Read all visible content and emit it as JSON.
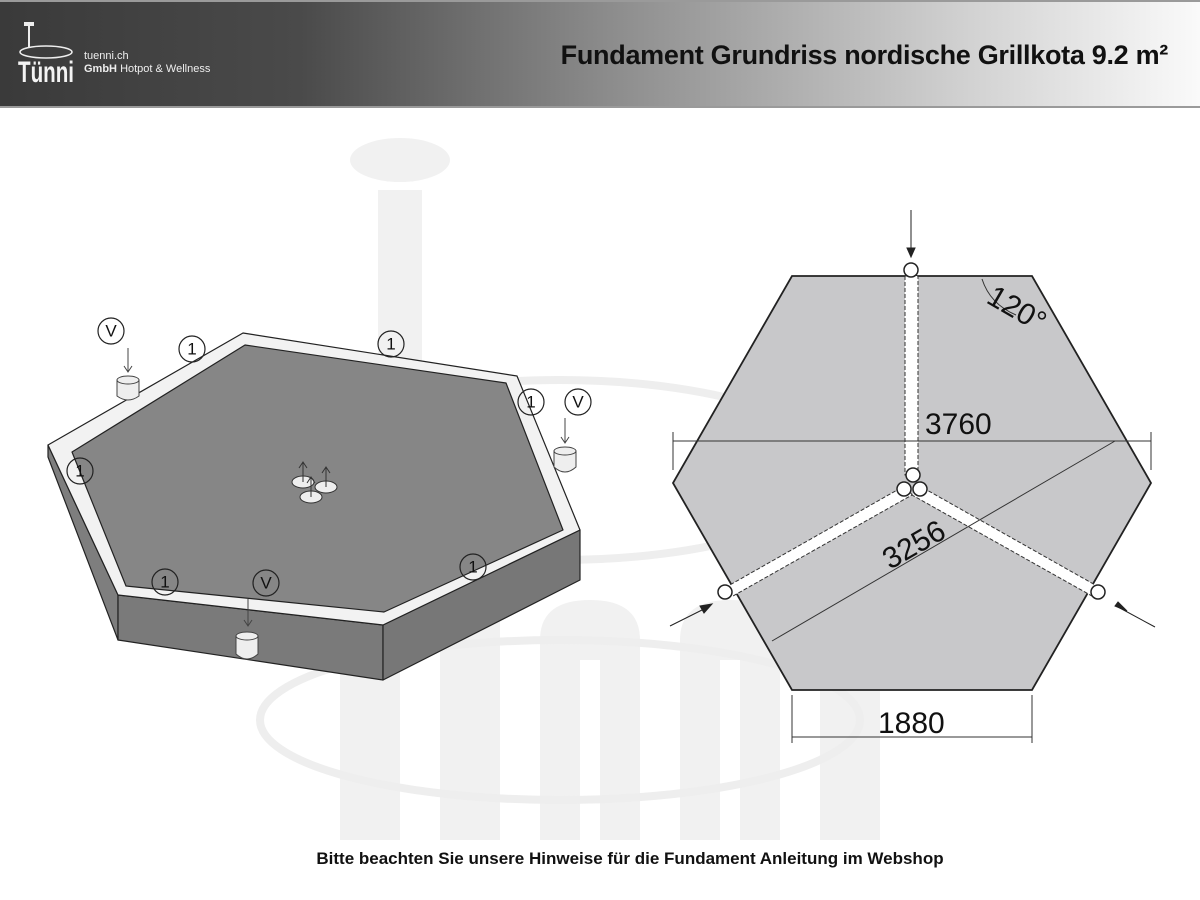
{
  "header": {
    "title": "Fundament Grundriss nordische Grillkota 9.2 m²",
    "logo": {
      "wordmark": "Tünni",
      "line1": "tuenni.ch",
      "line2_bold": "GmbH",
      "line2": "Hotpot & Wellness"
    }
  },
  "iso_view": {
    "edge_label": "1",
    "pipe_label": "V"
  },
  "plan_view": {
    "angle": "120°",
    "width_across_corners": "3760",
    "width_across_flats": "3256",
    "edge_length": "1880"
  },
  "footer": {
    "note": "Bitte beachten Sie unsere Hinweise für die Fundament Anleitung im Webshop"
  },
  "colors": {
    "slab_top": "#868686",
    "slab_side": "#7a7a7a",
    "plan_fill": "#c8c8ca",
    "rim": "#f2f2f2"
  }
}
